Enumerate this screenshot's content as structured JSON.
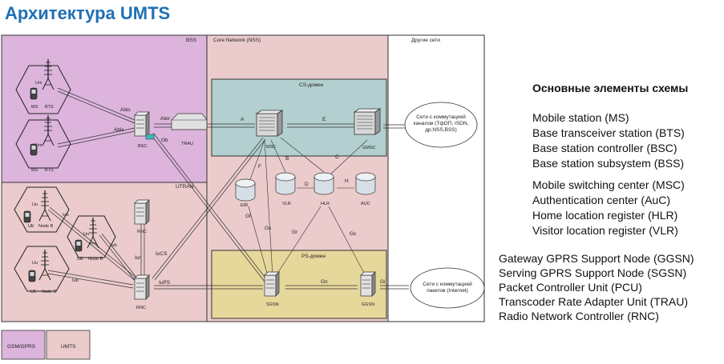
{
  "title": "Архитектура UMTS",
  "regions": {
    "bss": "BSS",
    "core": "Core Network (NSS)",
    "other": "Другие сети",
    "utran": "UTRAN",
    "cs_domain": "CS-домен",
    "ps_domain": "PS-домен"
  },
  "nodes": {
    "ms": "MS",
    "bts": "BTS",
    "um": "Um",
    "bsc": "BSC",
    "trau": "TRAU",
    "msc": "MSC",
    "gmsc": "GMSC",
    "eir": "EIR",
    "vlr": "VLR",
    "hlr": "HLR",
    "auc": "AUC",
    "ue": "UE",
    "uu": "Uu",
    "nodeb": "Node B",
    "rnc": "RNC",
    "sgsn": "SGSN",
    "ggsn": "GGSN",
    "cs_network": "Сети с коммутацией каналов (ТфОП, ISDN, др.NSS,BSS)",
    "ps_network": "Сети с коммутацией пакетов (Internet)"
  },
  "interfaces": {
    "abis": "Abis",
    "ater": "Ater",
    "a": "A",
    "e": "E",
    "gb": "Gb",
    "f": "F",
    "b": "B",
    "c": "C",
    "d": "D",
    "h": "H",
    "iub": "Iub",
    "iur": "Iur",
    "iucs": "IuCS",
    "iups": "IuPS",
    "gf": "Gf",
    "gs": "Gs",
    "gr": "Gr",
    "gc": "Gc",
    "gn": "Gn",
    "gi": "Gi"
  },
  "legend": {
    "gsm": "GSM/GPRS",
    "umts": "UMTS"
  },
  "elements": {
    "heading": "Основные элементы схемы",
    "group1": [
      "Mobile station (MS)",
      "Base transceiver station (BTS)",
      "Base station controller (BSC)",
      "Base station subsystem (BSS)"
    ],
    "group2": [
      "Mobile switching center (MSC)",
      "Authentication center (AuC)",
      "Home location register (HLR)",
      "Visitor location register (VLR)"
    ],
    "group3": [
      "Gateway GPRS Support Node (GGSN)",
      "Serving GPRS Support Node (SGSN)",
      "Packet Controller Unit (PCU)",
      "Transcoder Rate Adapter Unit (TRAU)",
      "Radio Network Controller (RNC)"
    ]
  },
  "colors": {
    "gsm_region": "#dcb4dc",
    "umts_region": "#ebcbcb",
    "cs_domain": "#b3cfcf",
    "ps_domain": "#e6d79b",
    "title": "#1f6fb6"
  }
}
